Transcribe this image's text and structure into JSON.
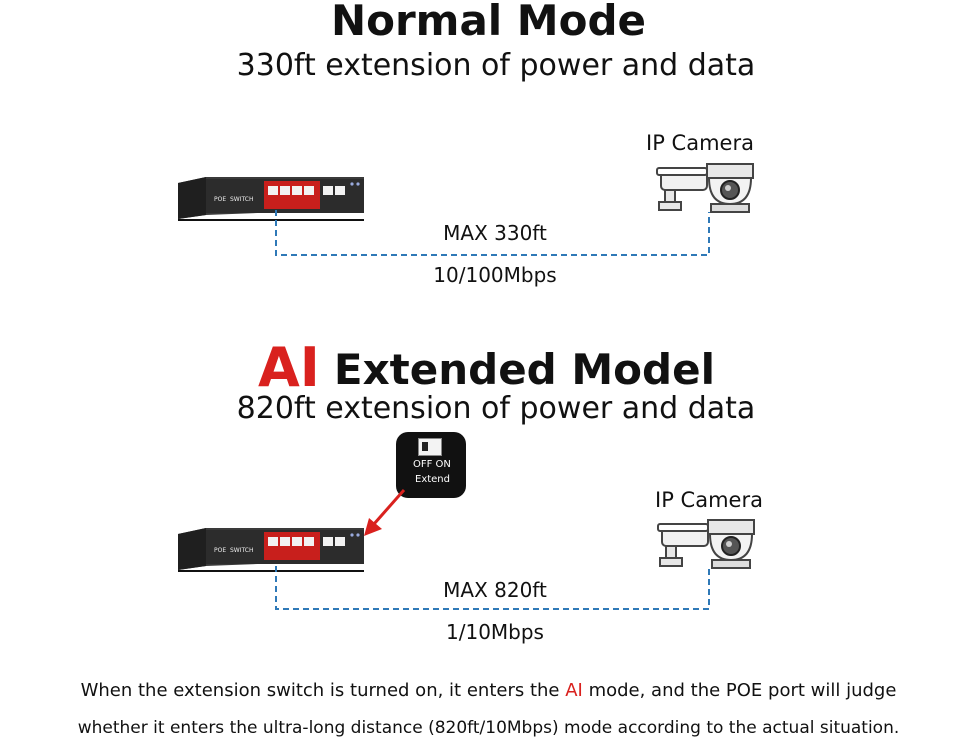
{
  "colors": {
    "accent_red": "#d9211e",
    "dashed_line": "#2f79b7",
    "switch_body": "#2b2b2b",
    "text": "#111111"
  },
  "normal": {
    "title": "Normal Mode",
    "subtitle": "330ft extension of power and data",
    "distance_label": "MAX 330ft",
    "speed_label": "10/100Mbps",
    "camera_label": "IP Camera",
    "switch_label": "POE  SWITCH",
    "switch_icon": "poe-switch-icon",
    "camera_icon": "ip-camera-icon"
  },
  "extended": {
    "title_highlight": "AI",
    "title_rest": "Extended Model",
    "subtitle": "820ft extension of power and data",
    "distance_label": "MAX 820ft",
    "speed_label": "1/10Mbps",
    "camera_label": "IP Camera",
    "switch_label": "POE  SWITCH",
    "callout_off_on": "OFF ON",
    "callout_extend": "Extend",
    "switch_icon": "poe-switch-icon",
    "camera_icon": "ip-camera-icon",
    "arrow_icon": "red-arrow-icon"
  },
  "footer": {
    "line1_before": "When the extension switch is turned on, it enters the ",
    "line1_ai": "AI",
    "line1_after": " mode, and the POE port will judge",
    "line2": "whether it enters the ultra-long distance (820ft/10Mbps) mode according to the actual situation."
  }
}
